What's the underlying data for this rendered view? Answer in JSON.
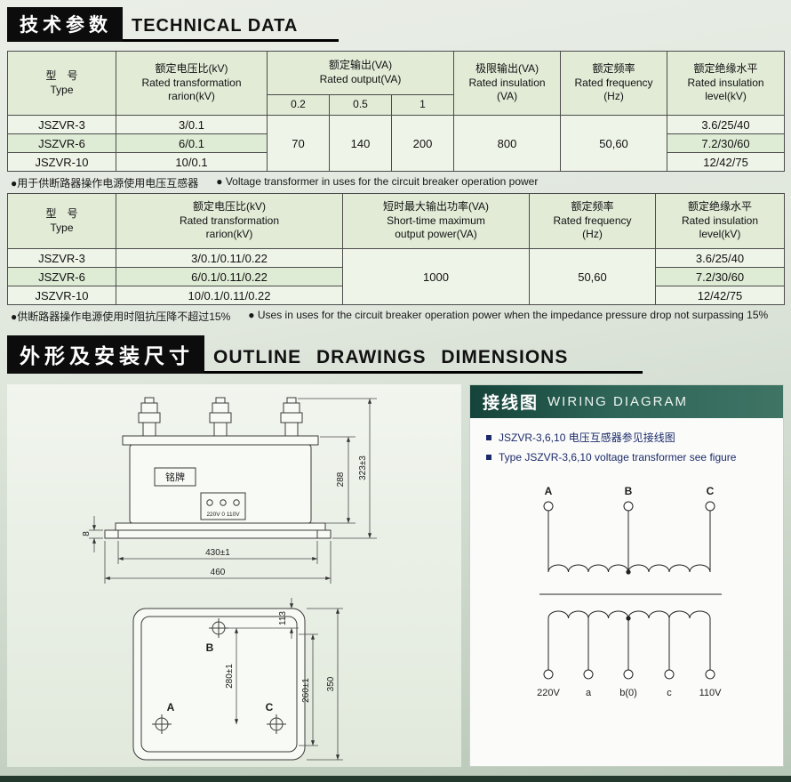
{
  "page": {
    "section1_title_cn": "技术参数",
    "section1_title_en": "TECHNICAL DATA",
    "section2_title_cn": "外形及安装尺寸",
    "section2_title_en": "OUTLINE DRAWINGS DIMENSIONS"
  },
  "table1": {
    "headers": {
      "type": "型　号\nType",
      "ratio": "额定电压比(kV)\nRated transformation\nrarion(kV)",
      "output_group": "额定输出(VA)\nRated output(VA)",
      "output_cols": {
        "c1": "0.2",
        "c2": "0.5",
        "c3": "1"
      },
      "limit": "极限输出(VA)\nRated insulation\n(VA)",
      "freq": "额定频率\nRated frequency\n(Hz)",
      "insulation": "额定绝缘水平\nRated insulation\nlevel(kV)"
    },
    "rows": [
      {
        "type": "JSZVR-3",
        "ratio": "3/0.1",
        "insulation": "3.6/25/40"
      },
      {
        "type": "JSZVR-6",
        "ratio": "6/0.1",
        "insulation": "7.2/30/60"
      },
      {
        "type": "JSZVR-10",
        "ratio": "10/0.1",
        "insulation": "12/42/75"
      }
    ],
    "merged": {
      "out02": "70",
      "out05": "140",
      "out1": "200",
      "limit": "800",
      "freq": "50,60"
    },
    "note_cn": "●用于供断路器操作电源使用电压互感器",
    "note_en": "● Voltage transformer in uses for the circuit breaker operation power"
  },
  "table2": {
    "headers": {
      "type": "型　号\nType",
      "ratio": "额定电压比(kV)\nRated transformation\nrarion(kV)",
      "power": "短时最大输出功率(VA)\nShort-time maximum\noutput power(VA)",
      "freq": "额定频率\nRated frequency\n(Hz)",
      "insulation": "额定绝缘水平\nRated insulation\nlevel(kV)"
    },
    "rows": [
      {
        "type": "JSZVR-3",
        "ratio": "3/0.1/0.11/0.22",
        "insulation": "3.6/25/40"
      },
      {
        "type": "JSZVR-6",
        "ratio": "6/0.1/0.11/0.22",
        "insulation": "7.2/30/60"
      },
      {
        "type": "JSZVR-10",
        "ratio": "10/0.1/0.11/0.22",
        "insulation": "12/42/75"
      }
    ],
    "merged": {
      "power": "1000",
      "freq": "50,60"
    },
    "note_cn": "●供断路器操作电源使用时阻抗压降不超过15%",
    "note_en": "● Uses in uses for the circuit breaker operation power when the impedance pressure drop not surpassing 15%"
  },
  "outline": {
    "nameplate": "铭牌",
    "terminal_label": "220V 0 110V",
    "dims": {
      "body_height": "288",
      "total_height": "323±3",
      "plate_thickness": "8",
      "hole_spacing": "430±1",
      "base_width": "460",
      "hole_span_vertical": "280±1",
      "inner_span": "260±1",
      "total_depth": "350",
      "offset_top": "113"
    },
    "holes": {
      "a": "A",
      "b": "B",
      "c": "C"
    }
  },
  "wiring": {
    "title_cn": "接线图",
    "title_en": "WIRING DIAGRAM",
    "note_cn": "JSZVR-3,6,10 电压互感器参见接线图",
    "note_en": "Type JSZVR-3,6,10  voltage transformer see figure",
    "top_terminals": {
      "a": "A",
      "b": "B",
      "c": "C"
    },
    "bottom_terminals": {
      "t1": "220V",
      "t2": "a",
      "t3": "b(0)",
      "t4": "c",
      "t5": "110V"
    }
  }
}
